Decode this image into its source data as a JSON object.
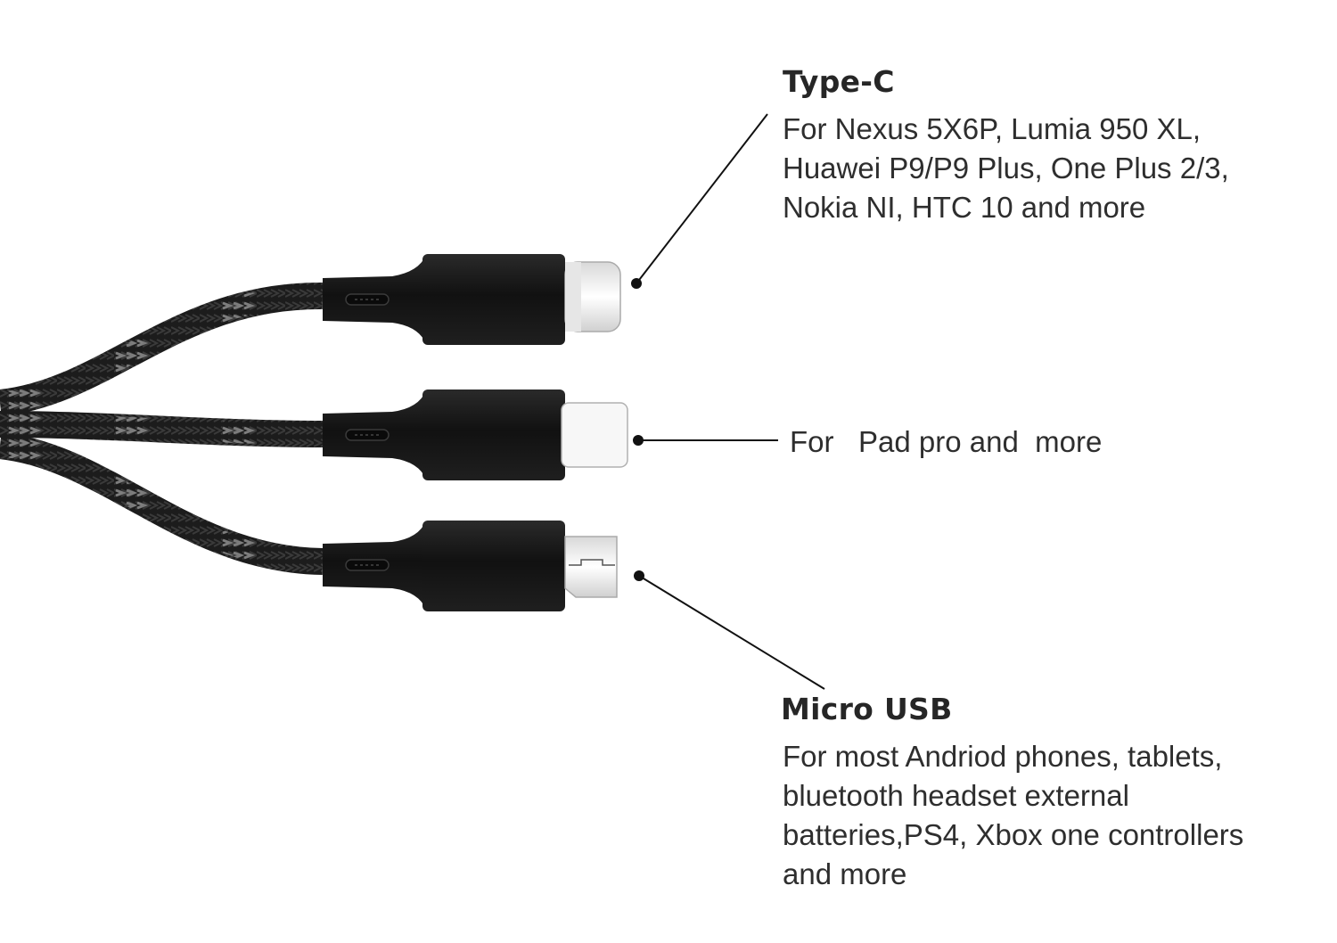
{
  "connectors": {
    "type_c": {
      "heading": "Type-C",
      "lines": [
        "For Nexus 5X6P, Lumia 950 XL,",
        "Huawei P9/P9 Plus, One Plus 2/3,",
        "Nokia NI, HTC 10 and more"
      ]
    },
    "lightning": {
      "text": "For   Pad pro and  more"
    },
    "micro_usb": {
      "heading": "Micro USB",
      "lines": [
        "For most Andriod phones, tablets,",
        "bluetooth headset external",
        "batteries,PS4, Xbox one controllers",
        "and more"
      ]
    }
  },
  "colors": {
    "text": "#2e2e2e",
    "heading": "#262626",
    "connector_body": "#151515",
    "tip_metal": "#f2f2f2"
  }
}
